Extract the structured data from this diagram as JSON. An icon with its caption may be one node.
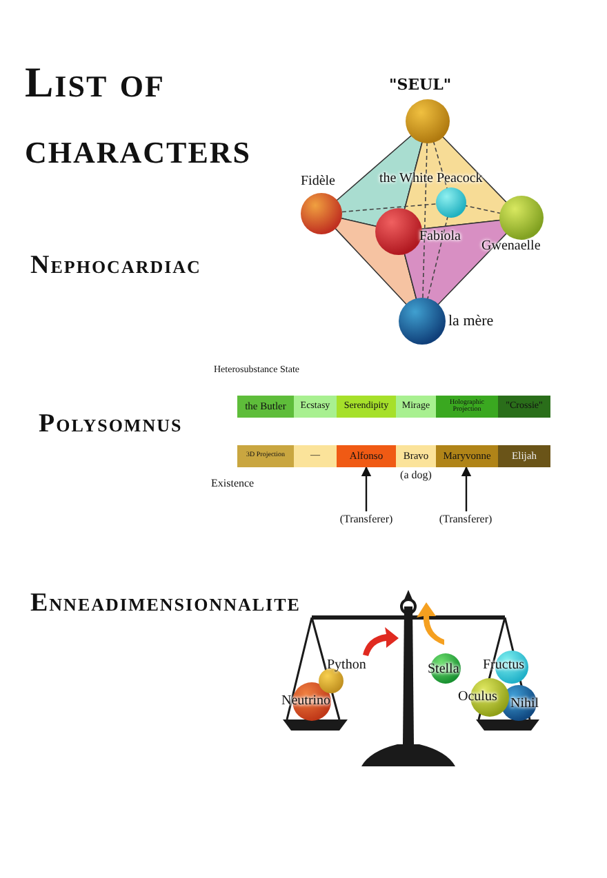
{
  "diagram": {
    "title": "List of characters",
    "nodes": [
      {
        "text": [
          "the Butler"
        ]
      },
      {
        "text": [
          "Ecstasy"
        ]
      },
      {
        "text": [
          "Serendipity"
        ]
      },
      {
        "text": [
          "Mirage"
        ]
      },
      {
        "text": [
          "Holographic Projection"
        ]
      },
      {
        "text": [
          "\"Crossie\""
        ]
      },
      {
        "text": [
          "3D Projection"
        ]
      },
      {
        "text": [
          "—"
        ]
      },
      {
        "text": [
          "Alfonso"
        ]
      },
      {
        "text": [
          "Bravo"
        ],
        "beside": [
          "(a dog)"
        ]
      },
      {
        "text": [
          "Maryvonne"
        ]
      },
      {
        "text": [
          "Elijah"
        ]
      },
      {
        "text": [
          "(Transferer)"
        ]
      },
      {
        "text": [
          "(Transferer)"
        ]
      }
    ],
    "edges": [
      {
        "from": 12,
        "to": 8,
        "arrow": "to"
      },
      {
        "from": 13,
        "to": 10,
        "arrow": "to"
      }
    ],
    "labels": [
      "\"SEUL\"",
      "Fidèle",
      "the White Peacock",
      "Fabiola",
      "Gwenaelle",
      "Nephocardiac",
      "la mère",
      "Heterosubstance State",
      "Polysomnus",
      "Existence",
      "Enneadimensionnalite",
      "Python",
      "Stella",
      "Fructus",
      "Neutrino",
      "Oculus",
      "Nihil"
    ]
  }
}
